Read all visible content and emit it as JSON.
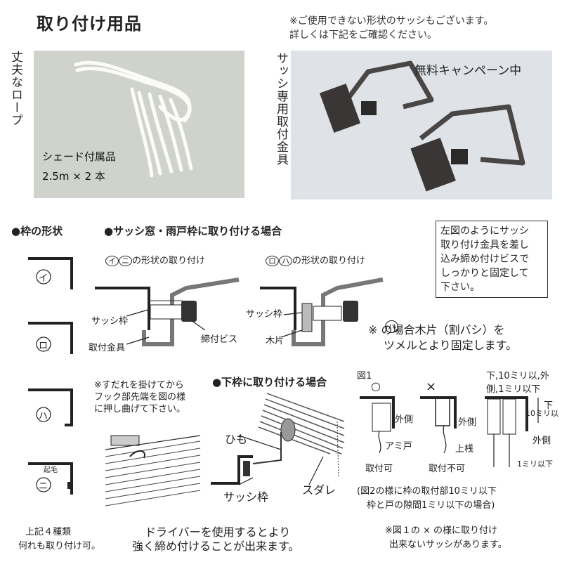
{
  "header": {
    "title": "取り付け用品",
    "notice_line1": "※ご使用できない形状のサッシもございます。",
    "notice_line2": "詳しくは下記をご確認ください。"
  },
  "photo_rope": {
    "side_label": "丈夫なロープ",
    "caption1": "シェード付属品",
    "caption2": "2.5m × 2 本"
  },
  "photo_bracket": {
    "side_label": "サッシ専用取付金具",
    "campaign": "無料キャンペーン中"
  },
  "frames": {
    "heading": "●枠の形状",
    "labels": [
      "イ",
      "ロ",
      "ハ",
      "ニ"
    ],
    "kimo": "起毛",
    "footer1": "上記４種類",
    "footer2": "何れも取り付け可。"
  },
  "sash": {
    "heading": "●サッシ窓・雨戸枠に取り付ける場合",
    "sub1": "の形状の取り付け",
    "sub1_marks": [
      "イ",
      "ニ"
    ],
    "sub2": "の形状の取り付け",
    "sub2_marks": [
      "ロ",
      "ハ"
    ],
    "left_labels": [
      "サッシ枠",
      "取付金具",
      "締付ビス"
    ],
    "right_labels": [
      "サッシ枠",
      "木片"
    ],
    "note1": "※ の場合木片（割バシ）を",
    "note1_mark": "ハ",
    "note2": "ツメルとより固定します。"
  },
  "infobox": {
    "lines": [
      "左図のようにサッシ",
      "取り付け金具を差し",
      "込み締め付けビスで",
      "しっかりと固定して",
      "下さい。"
    ]
  },
  "hook_note": {
    "lines": [
      "※すだれを掛けてから",
      "フック部先端を図の様",
      "に押し曲げて下さい。"
    ]
  },
  "bottom_frame": {
    "heading": "●下枠に取り付ける場合",
    "labels": [
      "ひも",
      "サッシ枠",
      "スダレ"
    ],
    "footer1": "ドライバーを使用するとより",
    "footer2": "強く締め付けることが出来ます。"
  },
  "figures": {
    "fig1": "図1",
    "fig2": [
      "下",
      "10ミリ以",
      "外側",
      "1ミリ以下"
    ],
    "ok_mark": "○",
    "ng_mark": "×",
    "fig1_ok": [
      "外側",
      "アミ戸",
      "取付可"
    ],
    "fig1_ng": [
      "外側",
      "上桟",
      "取付不可"
    ],
    "fig2_caption1": "(図2の様に枠の取付部10ミリ以下",
    "fig2_caption2": "枠と戸の隙間1ミリ以下の場合)",
    "footer1": "※図１の × の様に取り付け",
    "footer2": "出来ないサッシがあります。"
  }
}
